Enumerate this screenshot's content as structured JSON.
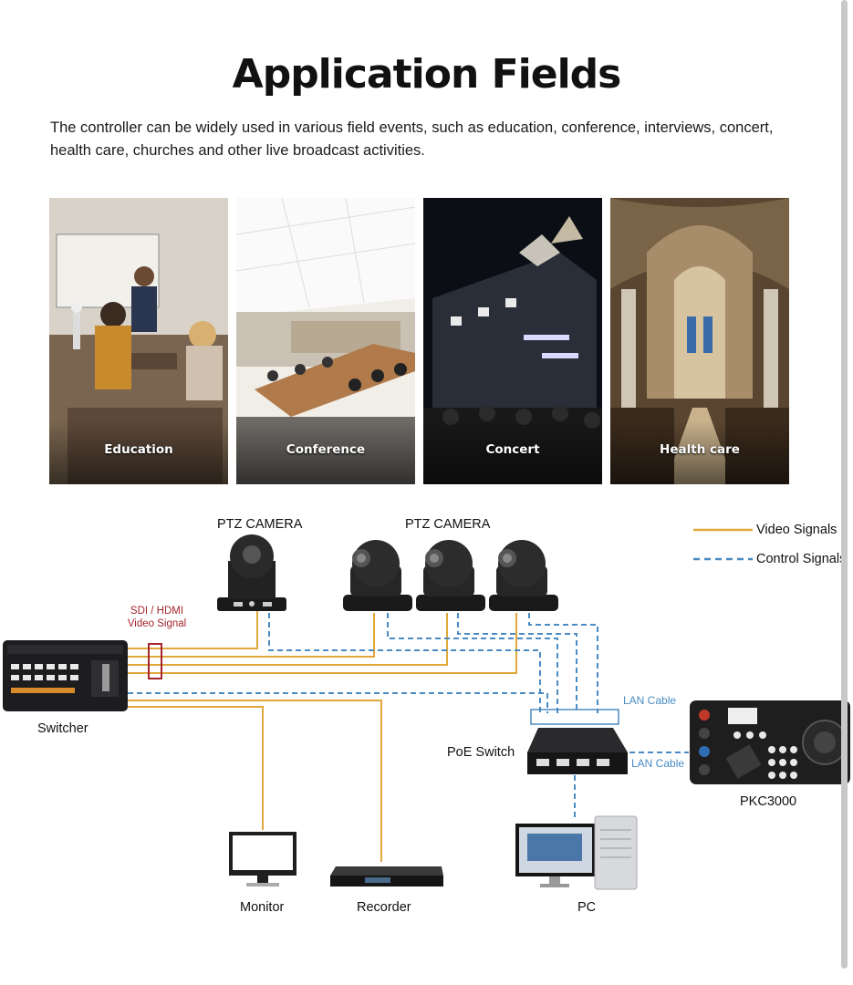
{
  "header": {
    "title": "Application Fields",
    "intro": "The controller can be widely used in various field events, such as education, conference, interviews, concert, health care, churches and other live broadcast activities."
  },
  "fields": [
    {
      "label": "Education"
    },
    {
      "label": "Conference"
    },
    {
      "label": "Concert"
    },
    {
      "label": "Health care"
    }
  ],
  "diagram": {
    "ptz_camera_single": "PTZ CAMERA",
    "ptz_camera_group": "PTZ CAMERA",
    "sdi_note_line1": "SDI / HDMI",
    "sdi_note_line2": "Video Signal",
    "switcher": "Switcher",
    "poe_switch": "PoE Switch",
    "lan_cable_top": "LAN Cable",
    "lan_cable_side": "LAN Cable",
    "pkc": "PKC3000",
    "monitor": "Monitor",
    "recorder": "Recorder",
    "pc": "PC",
    "legend_video": "Video Signals",
    "legend_control": "Control Signals"
  },
  "colors": {
    "video_signal": "#e0a83a",
    "control_signal": "#4a8bc4",
    "sdi_box": "#a4262c"
  }
}
